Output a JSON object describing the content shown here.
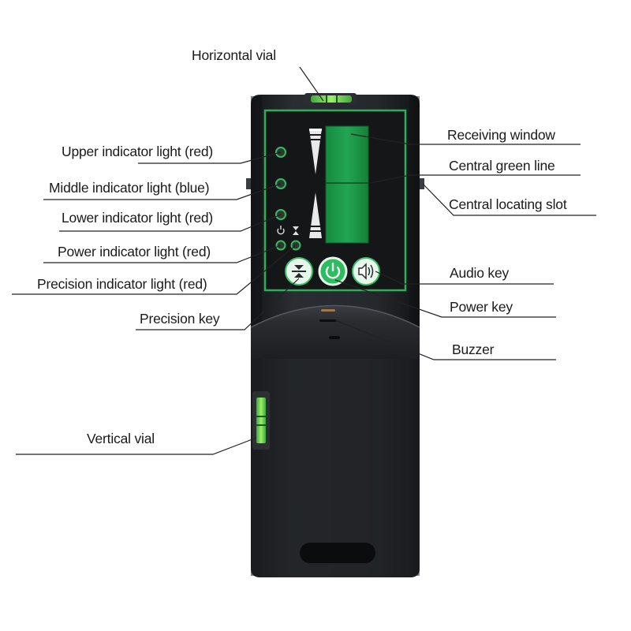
{
  "title": "",
  "labels": {
    "horizontal_vial": "Horizontal vial",
    "upper_indicator": "Upper indicator light (red)",
    "middle_indicator": "Middle indicator light (blue)",
    "lower_indicator": "Lower indicator light (red)",
    "power_indicator": "Power indicator light (red)",
    "precision_indicator": "Precision indicator light (red)",
    "precision_key": "Precision key",
    "vertical_vial": "Vertical vial",
    "receiving_window": "Receiving window",
    "central_green_line": "Central green line",
    "central_locating_slot": "Central locating slot",
    "audio_key": "Audio key",
    "power_key": "Power key",
    "buzzer": "Buzzer"
  },
  "colors": {
    "body": "#1e2022",
    "panel_border": "#2fae5a",
    "window": "#1f9a4a",
    "vial_liquid": "#7fe05a",
    "button_fill": "#e8f7ec",
    "button_ring": "#39c06a",
    "leader": "#222222"
  },
  "icons": {
    "precision_button": "precision-icon",
    "power_button": "power-icon",
    "audio_button": "speaker-icon"
  }
}
